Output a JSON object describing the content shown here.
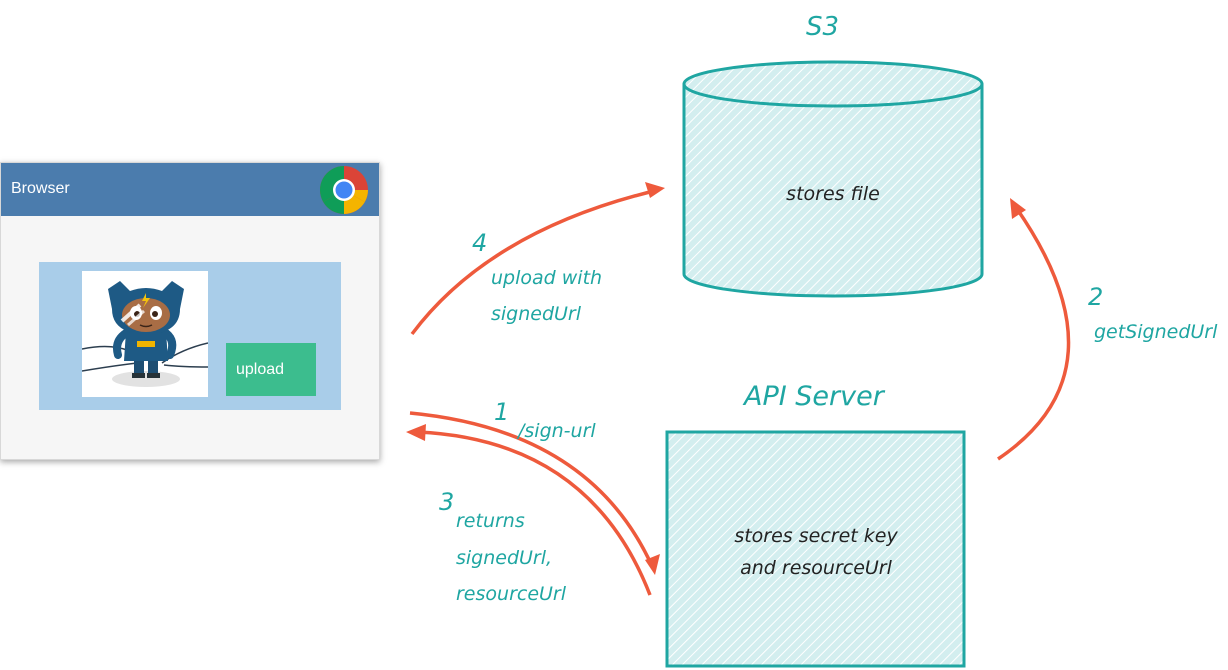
{
  "browser": {
    "title": "Browser",
    "icon": "chrome-icon",
    "upload_label": "upload"
  },
  "s3": {
    "title": "S3",
    "description": "stores file"
  },
  "api_server": {
    "title": "API Server",
    "description_line1": "stores secret key",
    "description_line2": "and resourceUrl"
  },
  "steps": [
    {
      "number": "1",
      "label_line1": "/sign-url"
    },
    {
      "number": "2",
      "label_line1": "getSignedUrl"
    },
    {
      "number": "3",
      "label_line1": "returns",
      "label_line2": "signedUrl,",
      "label_line3": "resourceUrl"
    },
    {
      "number": "4",
      "label_line1": "upload with",
      "label_line2": "signedUrl"
    }
  ],
  "colors": {
    "teal": "#1fa6a2",
    "arrow": "#ee5a3c",
    "browser_bar": "#4b7cad",
    "content_bg": "#a9cde9",
    "button": "#3cbd8e",
    "hatch_fill": "#d3eeef"
  }
}
